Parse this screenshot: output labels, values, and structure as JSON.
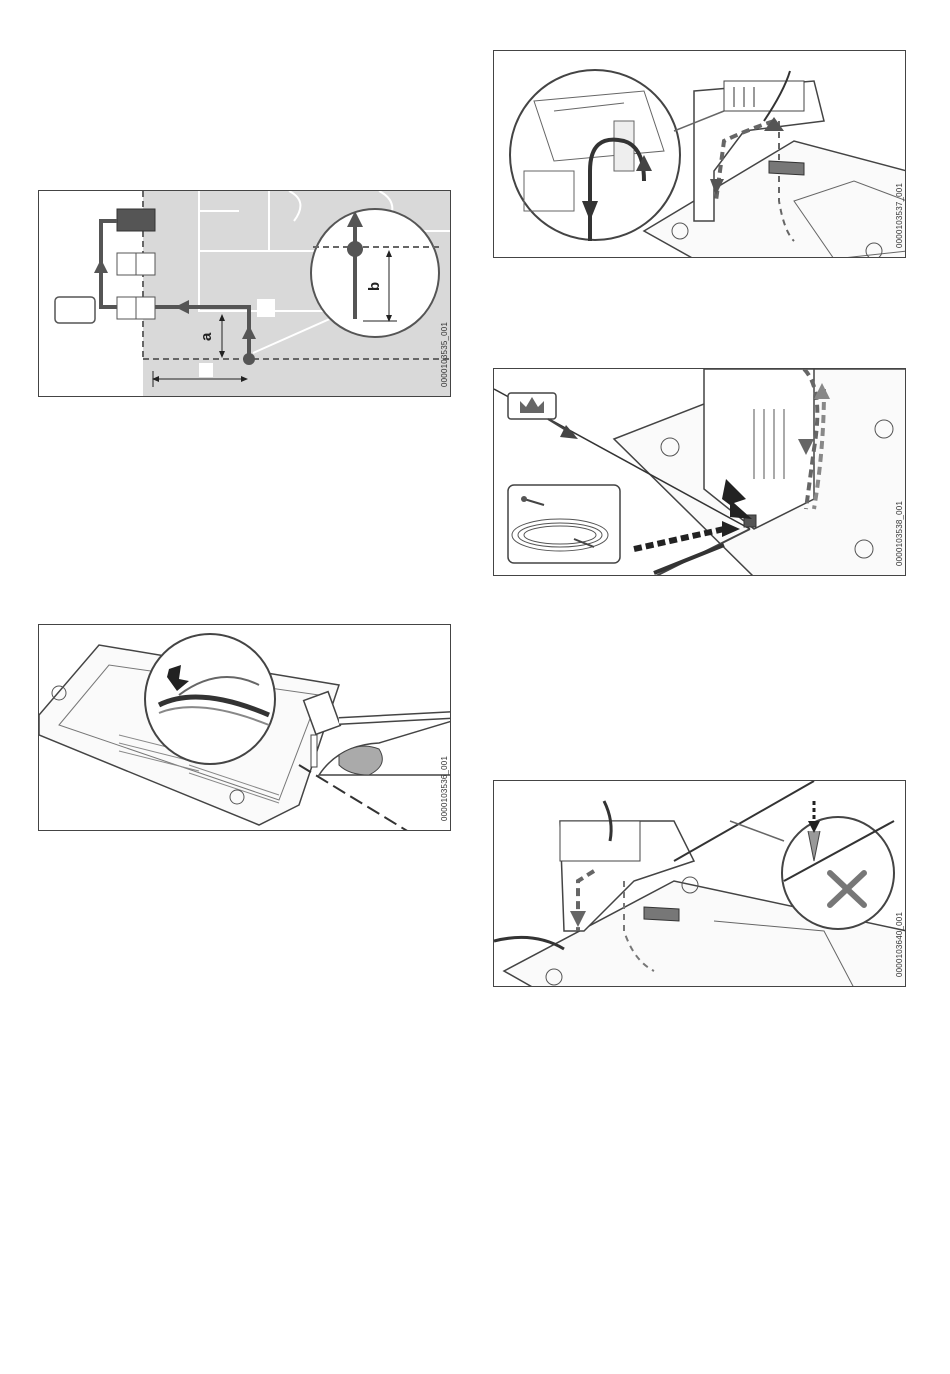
{
  "figures": [
    {
      "id": "fig1",
      "code": "0000103535_001",
      "labels": {
        "a": "a",
        "b": "b"
      }
    },
    {
      "id": "fig2",
      "code": "0000103536_001"
    },
    {
      "id": "fig3",
      "code": "0000103537_001"
    },
    {
      "id": "fig4",
      "code": "0000103538_001"
    },
    {
      "id": "fig5",
      "code": "0000103640_001"
    }
  ],
  "colors": {
    "border": "#444444",
    "shade": "#d9d9d9",
    "line": "#555555",
    "dark": "#333333"
  }
}
